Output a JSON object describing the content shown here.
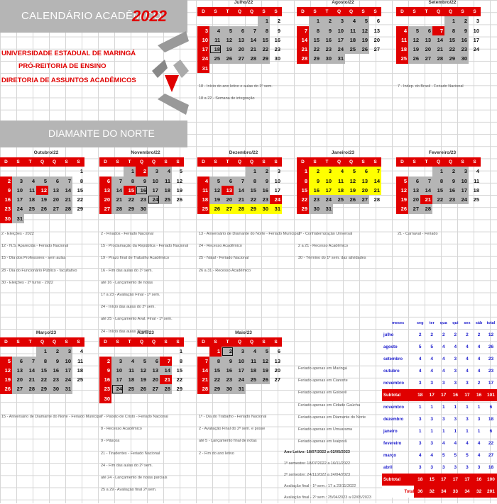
{
  "header": {
    "title": "CALENDÁRIO ACADÊMICO",
    "year": "2022",
    "institution_lines": [
      "UNIVERSIDADE ESTADUAL DE MARINGÁ",
      "PRÓ-REITORIA DE ENSINO",
      "DIRETORIA DE ASSUNTOS ACADÊMICOS"
    ],
    "campus": "DIAMANTE DO NORTE"
  },
  "weekday_letters": [
    "D",
    "S",
    "T",
    "Q",
    "Q",
    "S",
    "S"
  ],
  "months": [
    {
      "key": "jul",
      "name": "Julho/22",
      "cells": [
        "",
        "",
        "",
        "",
        "",
        "1",
        "2",
        "3",
        "4",
        "5",
        "6",
        "7",
        "8",
        "9",
        "10",
        "11",
        "12",
        "13",
        "14",
        "15",
        "16",
        "17",
        "18",
        "19",
        "20",
        "21",
        "22",
        "23",
        "24",
        "25",
        "26",
        "27",
        "28",
        "29",
        "30",
        "31"
      ],
      "styles": {
        "3": "sun",
        "10": "sun",
        "17": "sun",
        "24": "sun",
        "31": "sun",
        "18": "box"
      }
    },
    {
      "key": "aug",
      "name": "Agosto/22",
      "cells": [
        "",
        "1",
        "2",
        "3",
        "4",
        "5",
        "6",
        "7",
        "8",
        "9",
        "10",
        "11",
        "12",
        "13",
        "14",
        "15",
        "16",
        "17",
        "18",
        "19",
        "20",
        "21",
        "22",
        "23",
        "24",
        "25",
        "26",
        "27",
        "28",
        "29",
        "30",
        "31"
      ],
      "styles": {
        "7": "sun",
        "14": "sun",
        "21": "sun",
        "28": "sun"
      }
    },
    {
      "key": "sep",
      "name": "Setembro/22",
      "cells": [
        "",
        "",
        "",
        "",
        "1",
        "2",
        "3",
        "4",
        "5",
        "6",
        "7",
        "8",
        "9",
        "10",
        "11",
        "12",
        "13",
        "14",
        "15",
        "16",
        "17",
        "18",
        "19",
        "20",
        "21",
        "22",
        "23",
        "24",
        "25",
        "26",
        "27",
        "28",
        "29",
        "30"
      ],
      "styles": {
        "4": "sun",
        "11": "sun",
        "18": "sun",
        "25": "sun",
        "7": "hol"
      }
    },
    {
      "key": "oct",
      "name": "Outubro/22",
      "cells": [
        "",
        "",
        "",
        "",
        "",
        "",
        "1",
        "2",
        "3",
        "4",
        "5",
        "6",
        "7",
        "8",
        "9",
        "10",
        "11",
        "12",
        "13",
        "14",
        "15",
        "16",
        "17",
        "18",
        "19",
        "20",
        "21",
        "22",
        "23",
        "24",
        "25",
        "26",
        "27",
        "28",
        "29",
        "30",
        "31"
      ],
      "styles": {
        "2": "sun",
        "9": "sun",
        "16": "sun",
        "23": "sun",
        "30": "sun",
        "12": "hol"
      }
    },
    {
      "key": "nov",
      "name": "Novembro/22",
      "cells": [
        "",
        "",
        "1",
        "2",
        "3",
        "4",
        "5",
        "6",
        "7",
        "8",
        "9",
        "10",
        "11",
        "12",
        "13",
        "14",
        "15",
        "16",
        "17",
        "18",
        "19",
        "20",
        "21",
        "22",
        "23",
        "24",
        "25",
        "26",
        "27",
        "28",
        "29",
        "30"
      ],
      "styles": {
        "6": "sun",
        "13": "sun",
        "20": "sun",
        "27": "sun",
        "2": "hol",
        "15": "hol",
        "16": "box",
        "24": "box"
      }
    },
    {
      "key": "dec",
      "name": "Dezembro/22",
      "cells": [
        "",
        "",
        "",
        "",
        "1",
        "2",
        "3",
        "4",
        "5",
        "6",
        "7",
        "8",
        "9",
        "10",
        "11",
        "12",
        "13",
        "14",
        "15",
        "16",
        "17",
        "18",
        "19",
        "20",
        "21",
        "22",
        "23",
        "24",
        "25",
        "26",
        "27",
        "28",
        "29",
        "30",
        "31"
      ],
      "styles": {
        "4": "sun",
        "11": "sun",
        "18": "sun",
        "25": "sun",
        "13": "hol",
        "24": "hol",
        "26": "yel",
        "27": "yel",
        "28": "yel",
        "29": "yel",
        "30": "yel",
        "31": "yel"
      }
    },
    {
      "key": "jan",
      "name": "Janeiro/23",
      "cells": [
        "1",
        "2",
        "3",
        "4",
        "5",
        "6",
        "7",
        "8",
        "9",
        "10",
        "11",
        "12",
        "13",
        "14",
        "15",
        "16",
        "17",
        "18",
        "19",
        "20",
        "21",
        "22",
        "23",
        "24",
        "25",
        "26",
        "27",
        "28",
        "29",
        "30",
        "31"
      ],
      "styles": {
        "1": "sun",
        "8": "sun",
        "15": "sun",
        "22": "sun",
        "29": "sun",
        "2": "yel",
        "3": "yel",
        "4": "yel",
        "5": "yel",
        "6": "yel",
        "7": "yel",
        "9": "yel",
        "10": "yel",
        "11": "yel",
        "12": "yel",
        "13": "yel",
        "14": "yel",
        "16": "yel",
        "17": "yel",
        "18": "yel",
        "19": "yel",
        "20": "yel",
        "21": "yel"
      }
    },
    {
      "key": "feb",
      "name": "Fevereiro/23",
      "cells": [
        "",
        "",
        "",
        "1",
        "2",
        "3",
        "4",
        "5",
        "6",
        "7",
        "8",
        "9",
        "10",
        "11",
        "12",
        "13",
        "14",
        "15",
        "16",
        "17",
        "18",
        "19",
        "20",
        "21",
        "22",
        "23",
        "24",
        "25",
        "26",
        "27",
        "28"
      ],
      "styles": {
        "5": "sun",
        "12": "sun",
        "19": "sun",
        "26": "sun",
        "21": "hol"
      }
    },
    {
      "key": "mar",
      "name": "Março/23",
      "cells": [
        "",
        "",
        "",
        "1",
        "2",
        "3",
        "4",
        "5",
        "6",
        "7",
        "8",
        "9",
        "10",
        "11",
        "12",
        "13",
        "14",
        "15",
        "16",
        "17",
        "18",
        "19",
        "20",
        "21",
        "22",
        "23",
        "24",
        "25",
        "26",
        "27",
        "28",
        "29",
        "30",
        "31"
      ],
      "styles": {
        "5": "sun",
        "12": "sun",
        "19": "sun",
        "26": "sun"
      }
    },
    {
      "key": "apr",
      "name": "Abril/23",
      "cells": [
        "",
        "",
        "",
        "",
        "",
        "",
        "1",
        "2",
        "3",
        "4",
        "5",
        "6",
        "7",
        "8",
        "9",
        "10",
        "11",
        "12",
        "13",
        "14",
        "15",
        "16",
        "17",
        "18",
        "19",
        "20",
        "21",
        "22",
        "23",
        "24",
        "25",
        "26",
        "27",
        "28",
        "29",
        "30"
      ],
      "styles": {
        "2": "sun",
        "9": "sun",
        "16": "sun",
        "23": "sun",
        "30": "sun",
        "7": "hol",
        "21": "hol",
        "24": "box"
      }
    },
    {
      "key": "may",
      "name": "Maio/23",
      "cells": [
        "",
        "1",
        "2",
        "3",
        "4",
        "5",
        "6",
        "7",
        "8",
        "9",
        "10",
        "11",
        "12",
        "13",
        "14",
        "15",
        "16",
        "17",
        "18",
        "19",
        "20",
        "21",
        "22",
        "23",
        "24",
        "25",
        "26",
        "27",
        "28",
        "29",
        "30",
        "31"
      ],
      "styles": {
        "7": "sun",
        "14": "sun",
        "21": "sun",
        "28": "sun",
        "1": "hol",
        "2": "box"
      }
    }
  ],
  "notes": {
    "jul": [
      "18 - Início do ano letivo e aulas do 1º sem.",
      "18 a 22 - Semana de integração"
    ],
    "sep": [
      "7 - Indep. do Brasil - Feriado Nacional"
    ],
    "oct": [
      "2 - Eleições - 2022",
      "12 - N.S. Aparecida - Feriado Nacional",
      "15 - Dia dos Professores - sem aulas",
      "28 - Dia do Funcionário Público - facultativo",
      "30 - Eleições - 2º turno - 2022"
    ],
    "nov": [
      "2 - Finados - Feriado Nacional",
      "15 - Proclamação da República - Feriado Nacional",
      "19 - Prazo final de Trabalho Acadêmico",
      "16 - Fim das aulas do 1º sem.",
      "até 16 - Lançamento de notas",
      "17 a 23 - Avaliação Final - 1º sem.",
      "24 - Início das aulas do 2º sem.",
      "até 25 - Lançamento Aval. Final - 1º sem.",
      "24 - Início das aulas 2º sem."
    ],
    "dec": [
      "13 - Aniversário de Diamante do Norte - Feriado Municipal",
      "24 - Recesso Acadêmico",
      "25 - Natal - Feriado Nacional",
      "26 a 31 - Recesso Acadêmico"
    ],
    "jan": [
      "1º - Confraternização Universal",
      "2 a 21 - Recesso Acadêmico",
      "30 - Término do 1º sem. das atividades"
    ],
    "feb": [
      "21 - Carnaval - Feriado"
    ],
    "mar": [
      "15 - Aniversário de Diamante do Norte - Feriado Municipal"
    ],
    "apr": [
      "7 - Paixão de Cristo - Feriado Nacional",
      "8 - Recesso Acadêmico",
      "9 - Páscoa",
      "21 - Tiradentes - Feriado Nacional",
      "24 - Fim das aulas do 2º sem.",
      "até 24 - Lançamento de notas parciais",
      "25 a 29 - Avaliação final 2º sem."
    ],
    "may": [
      "1º - Dia do Trabalho - Feriado Nacional",
      "2 - Avaliação Final do 2º sem. e posse",
      "até 5 - Lançamento final de notas",
      "2 - Fim do ano letivo"
    ],
    "summary": [
      "Feriado apenas em Maringá",
      "Feriado apenas em Cianorte",
      "Feriado apenas em Goioerê",
      "Feriado apenas em Cidade Gaúcha",
      "Feriado apenas em Diamante do Norte",
      "Feriado apenas em Umuarama",
      "Feriado apenas em Ivaiporã"
    ],
    "bottom": [
      "Ano Letivo: 18/07/2022 a 02/05/2023",
      "1º semestre: 18/07/2022 a 16/11/2022",
      "2º semestre: 24/11/2022 a 24/04/2023",
      "Avaliação final - 1º sem.: 17 a 23/11/2022",
      "Avaliação final - 2º sem.: 25/04/2023 a 02/05/2023"
    ]
  },
  "stats": {
    "headers": [
      "meses",
      "seg",
      "ter",
      "qua",
      "qui",
      "sex",
      "sáb",
      "total"
    ],
    "rows": [
      {
        "label": "julho",
        "values": [
          "2",
          "2",
          "2",
          "2",
          "2",
          "2",
          "12"
        ]
      },
      {
        "label": "agosto",
        "values": [
          "5",
          "5",
          "4",
          "4",
          "4",
          "4",
          "26"
        ]
      },
      {
        "label": "setembro",
        "values": [
          "4",
          "4",
          "4",
          "3",
          "4",
          "4",
          "23"
        ]
      },
      {
        "label": "outubro",
        "values": [
          "4",
          "4",
          "4",
          "3",
          "4",
          "4",
          "23"
        ]
      },
      {
        "label": "novembro",
        "values": [
          "3",
          "3",
          "3",
          "3",
          "3",
          "2",
          "17"
        ]
      }
    ],
    "subtotal1": {
      "label": "Subtotal",
      "values": [
        "18",
        "17",
        "17",
        "16",
        "17",
        "16",
        "101"
      ]
    },
    "rows2": [
      {
        "label": "novembro",
        "values": [
          "1",
          "1",
          "1",
          "1",
          "1",
          "1",
          "6"
        ]
      },
      {
        "label": "dezembro",
        "values": [
          "3",
          "3",
          "3",
          "3",
          "3",
          "3",
          "18"
        ]
      },
      {
        "label": "janeiro",
        "values": [
          "1",
          "1",
          "1",
          "1",
          "1",
          "1",
          "6"
        ]
      },
      {
        "label": "fevereiro",
        "values": [
          "3",
          "3",
          "4",
          "4",
          "4",
          "4",
          "22"
        ]
      },
      {
        "label": "março",
        "values": [
          "4",
          "4",
          "5",
          "5",
          "5",
          "4",
          "27"
        ]
      },
      {
        "label": "abril",
        "values": [
          "3",
          "3",
          "3",
          "3",
          "3",
          "3",
          "18"
        ]
      }
    ],
    "subtotal2": {
      "label": "Subtotal",
      "values": [
        "18",
        "15",
        "17",
        "17",
        "17",
        "16",
        "100"
      ]
    },
    "total": {
      "label": "Total",
      "values": [
        "36",
        "32",
        "34",
        "33",
        "34",
        "32",
        "201"
      ]
    }
  }
}
